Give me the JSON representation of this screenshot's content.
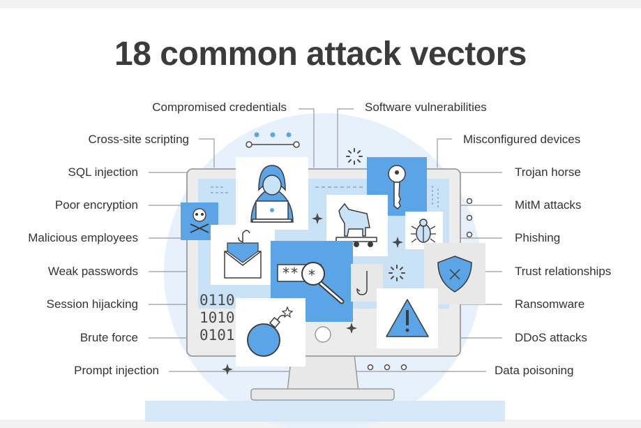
{
  "title": "18 common attack vectors",
  "left_labels": [
    "Compromised credentials",
    "Cross-site scripting",
    "SQL injection",
    "Poor encryption",
    "Malicious employees",
    "Weak passwords",
    "Session hijacking",
    "Brute force",
    "Prompt injection"
  ],
  "right_labels": [
    "Software vulnerabilities",
    "Misconfigured devices",
    "Trojan horse",
    "MitM attacks",
    "Phishing",
    "Trust relationships",
    "Ransomware",
    "DDoS attacks",
    "Data poisoning"
  ],
  "binary_text": [
    "0110",
    "1010",
    "0101"
  ],
  "password_text": "**",
  "colors": {
    "accent_blue": "#5ba4e5",
    "light_blue": "#c9e2f6",
    "pale_blue": "#e4f0fa",
    "gray_line": "#9a9a9a",
    "text": "#333333"
  }
}
